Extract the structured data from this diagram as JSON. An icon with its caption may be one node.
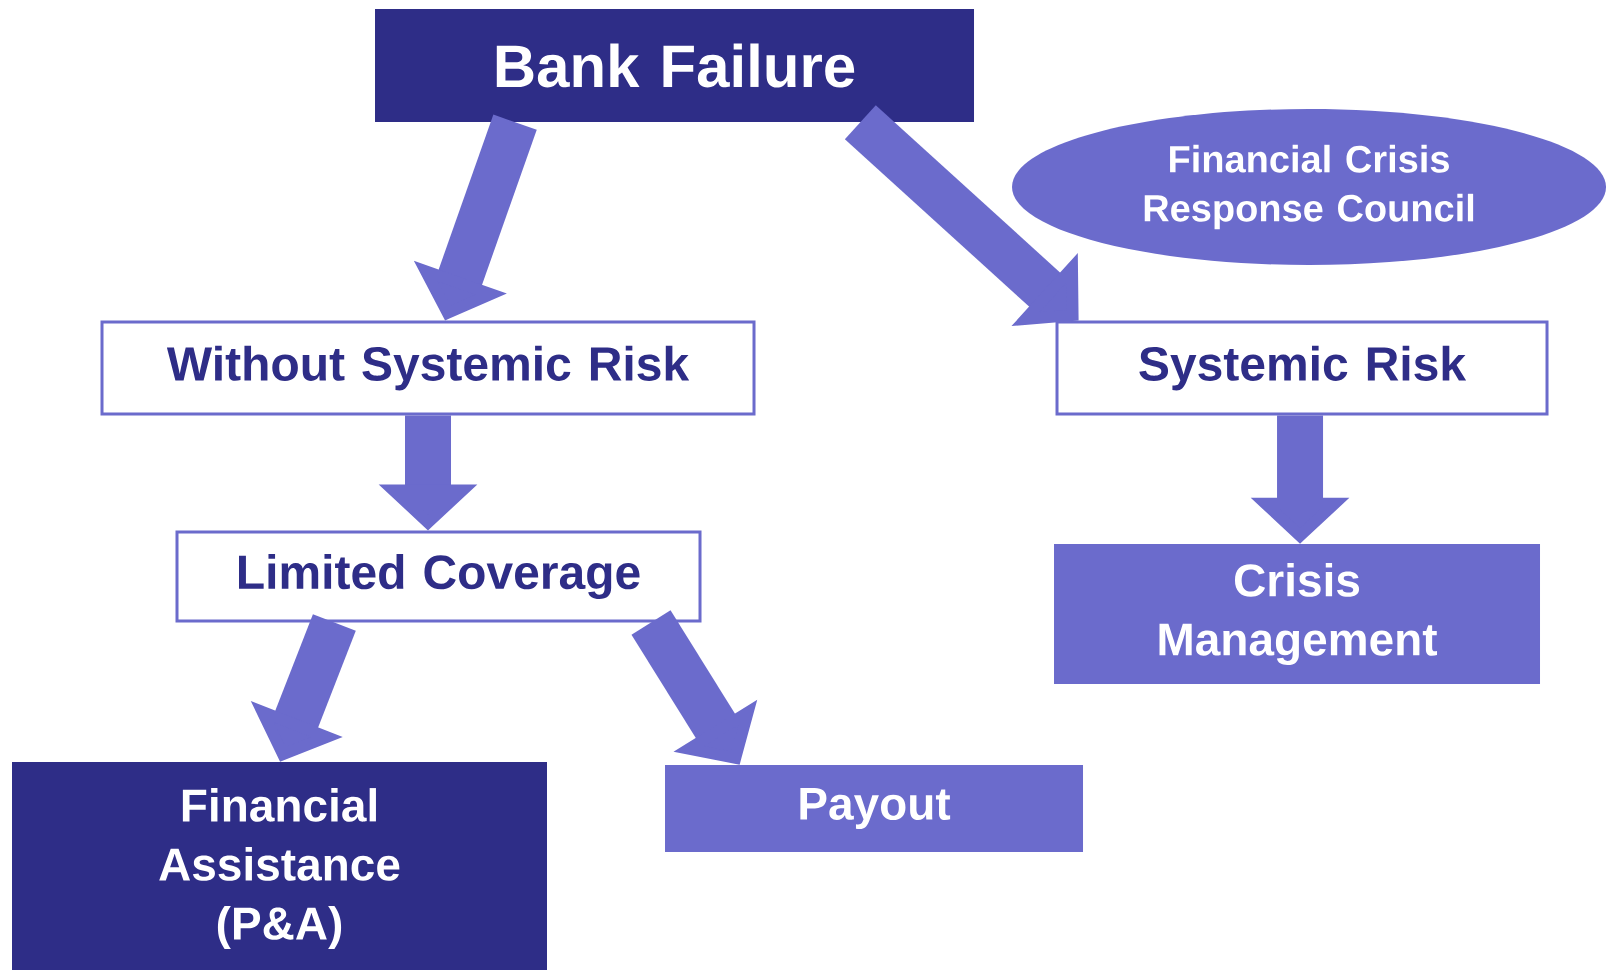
{
  "diagram": {
    "nodes": [
      {
        "text": [
          "Bank Failure"
        ]
      },
      {
        "text": [
          "Financial Crisis Response Council"
        ]
      },
      {
        "text": [
          "Without Systemic Risk"
        ]
      },
      {
        "text": [
          "Systemic Risk"
        ]
      },
      {
        "text": [
          "Limited Coverage"
        ]
      },
      {
        "text": [
          "Crisis Management"
        ]
      },
      {
        "text": [
          "Financial Assistance (P&A)"
        ]
      },
      {
        "text": [
          "Payout"
        ]
      }
    ],
    "edges": [
      {
        "from": 0,
        "to": 2,
        "arrow": "to"
      },
      {
        "from": 0,
        "to": 3,
        "arrow": "to"
      },
      {
        "from": 2,
        "to": 4,
        "arrow": "to"
      },
      {
        "from": 3,
        "to": 5,
        "arrow": "to"
      },
      {
        "from": 4,
        "to": 6,
        "arrow": "to"
      },
      {
        "from": 4,
        "to": 7,
        "arrow": "to"
      }
    ]
  }
}
